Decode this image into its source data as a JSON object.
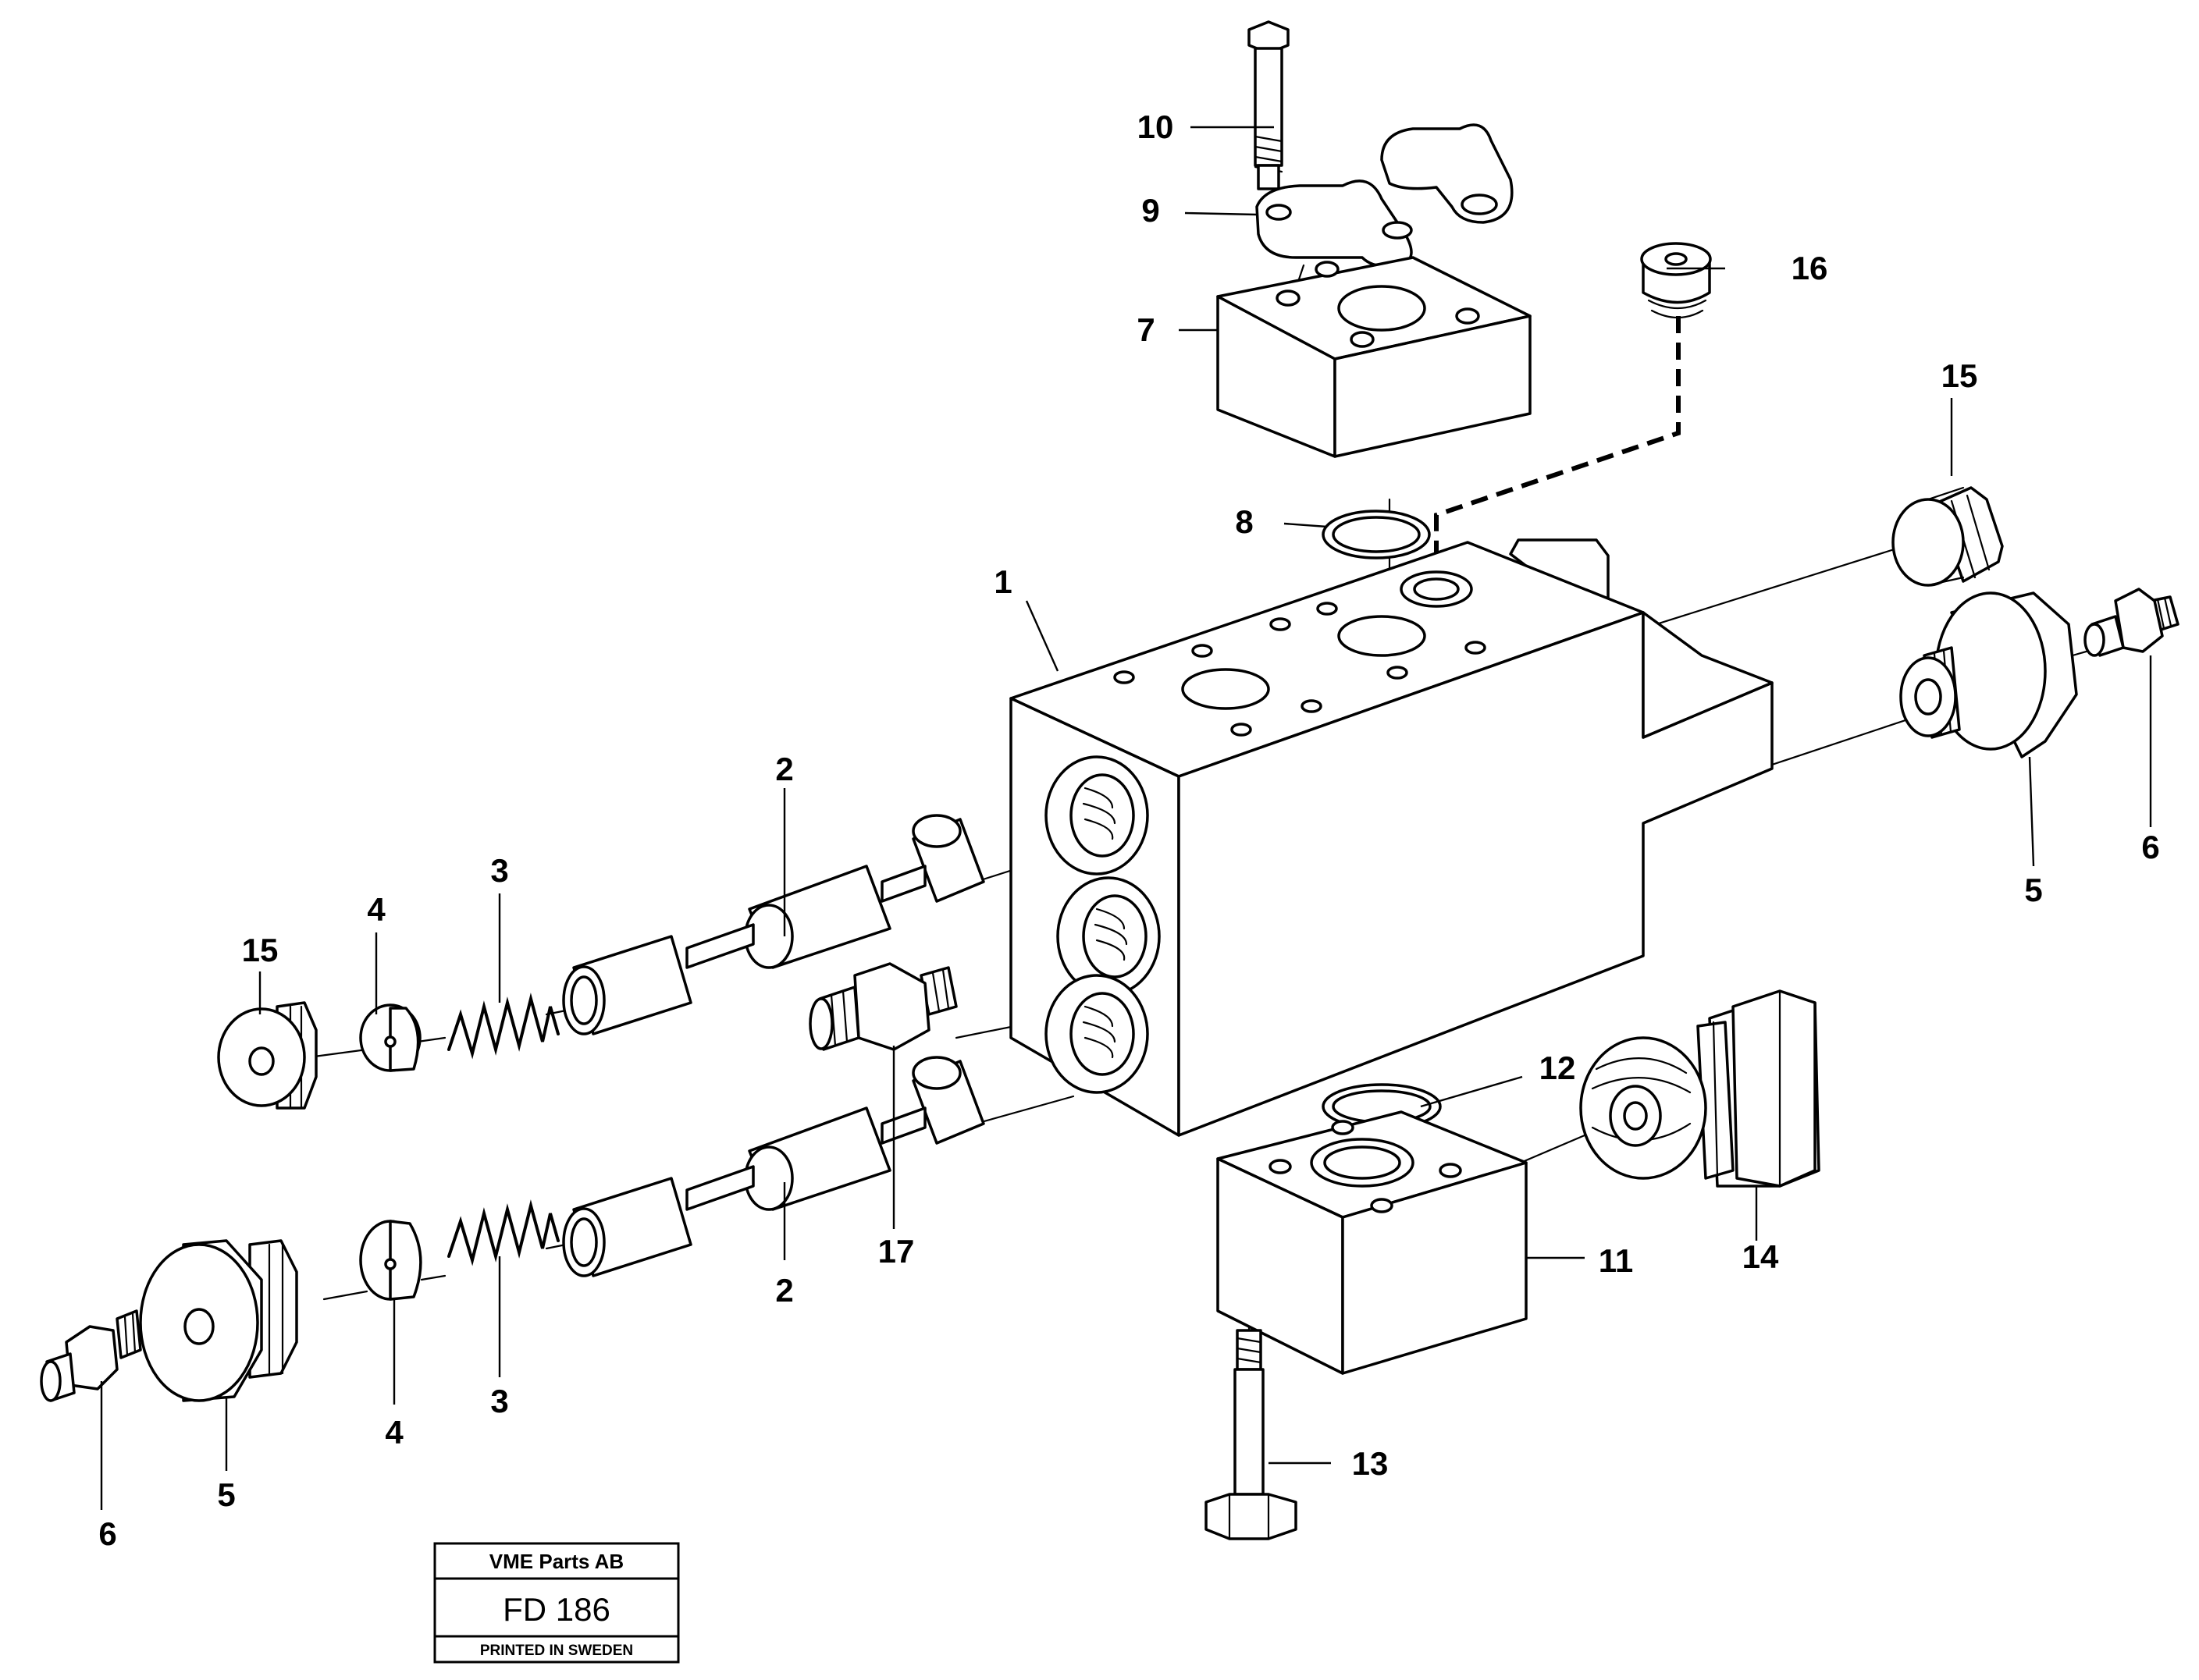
{
  "callouts": {
    "n1": "1",
    "n2_upper": "2",
    "n2_lower": "2",
    "n3_upper": "3",
    "n3_lower": "3",
    "n4_upper": "4",
    "n4_lower": "4",
    "n5_left": "5",
    "n5_right": "5",
    "n6_left": "6",
    "n6_right": "6",
    "n7": "7",
    "n8": "8",
    "n9": "9",
    "n10": "10",
    "n11": "11",
    "n12": "12",
    "n13": "13",
    "n14": "14",
    "n15_left": "15",
    "n15_right": "15",
    "n16": "16",
    "n17": "17"
  },
  "stamp": {
    "company": "VME Parts AB",
    "code": "FD 186",
    "printed": "PRINTED IN SWEDEN"
  }
}
